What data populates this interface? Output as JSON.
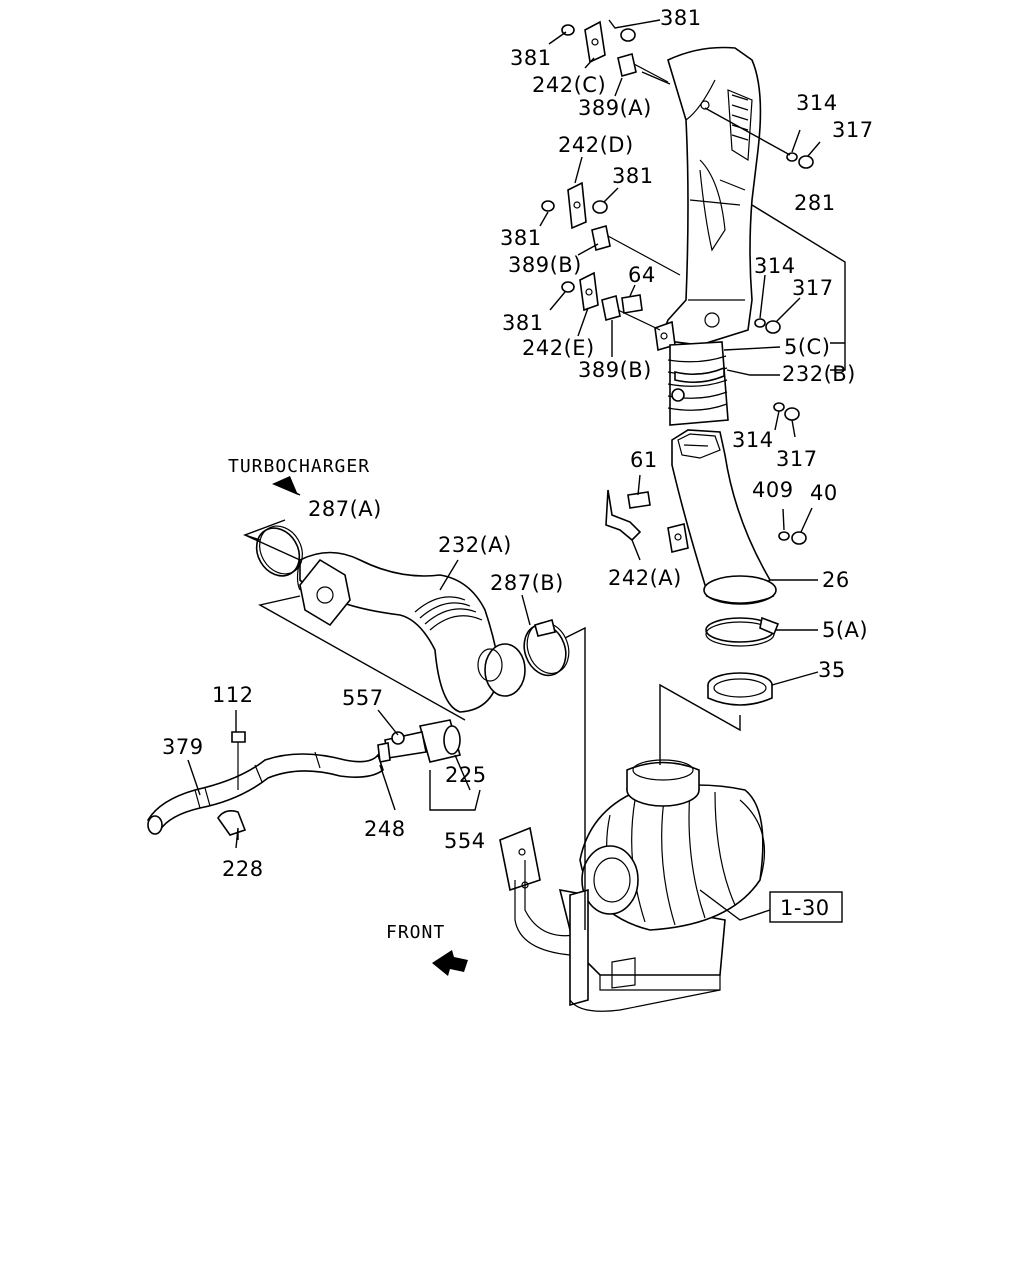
{
  "captions": {
    "turbocharger": "TURBOCHARGER",
    "front": "FRONT"
  },
  "reference_box": "1-30",
  "callouts": {
    "c381_top_a": "381",
    "c381_top_b": "381",
    "c242C": "242(C)",
    "c389A": "389(A)",
    "c314_top": "314",
    "c317_top": "317",
    "c242D": "242(D)",
    "c381_mid_a": "381",
    "c381_mid_b": "381",
    "c281": "281",
    "c389B_a": "389(B)",
    "c64": "64",
    "c314_mid": "314",
    "c317_mid": "317",
    "c381_low": "381",
    "c242E": "242(E)",
    "c389B_b": "389(B)",
    "c5C": "5(C)",
    "c232B": "232(B)",
    "c314_low": "314",
    "c317_low": "317",
    "c61": "61",
    "c409": "409",
    "c40": "40",
    "c242A": "242(A)",
    "c26": "26",
    "c5A": "5(A)",
    "c35": "35",
    "c287A": "287(A)",
    "c232A": "232(A)",
    "c287B": "287(B)",
    "c112": "112",
    "c379": "379",
    "c557": "557",
    "c225": "225",
    "c248": "248",
    "c554": "554",
    "c228": "228"
  },
  "icons": {
    "turbo_arrow": "arrow-up-left-icon",
    "front_arrow": "arrow-down-left-icon"
  }
}
